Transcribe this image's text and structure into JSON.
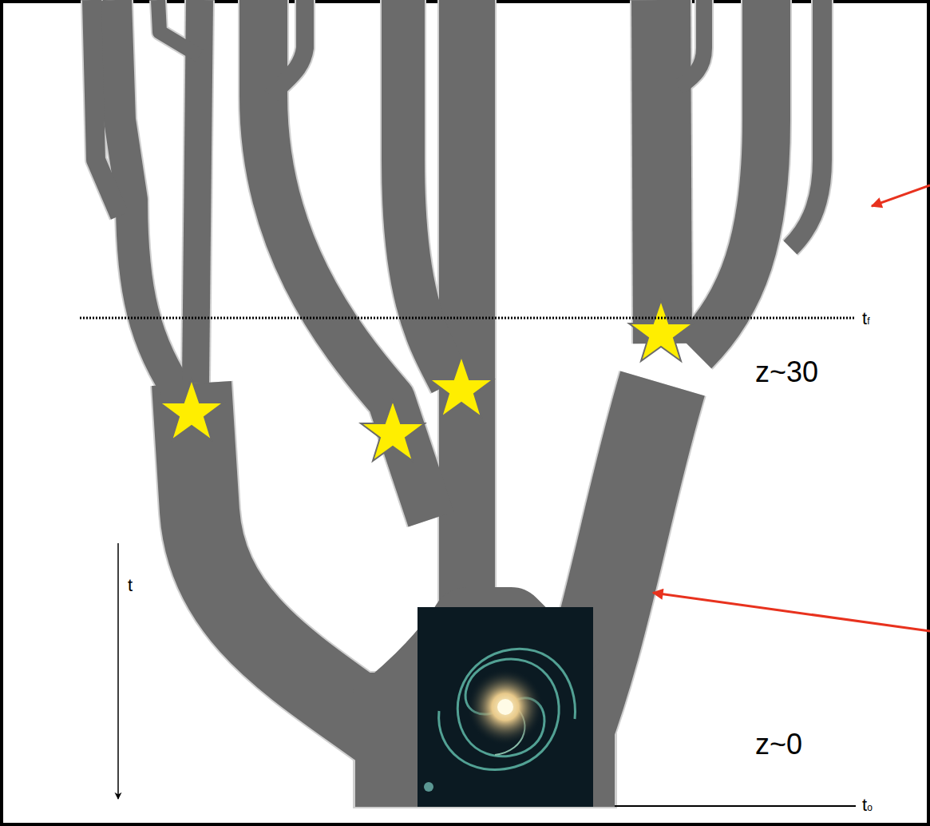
{
  "diagram": {
    "labels": [
      "tf",
      "z~30",
      "t",
      "z~0",
      "to"
    ]
  }
}
